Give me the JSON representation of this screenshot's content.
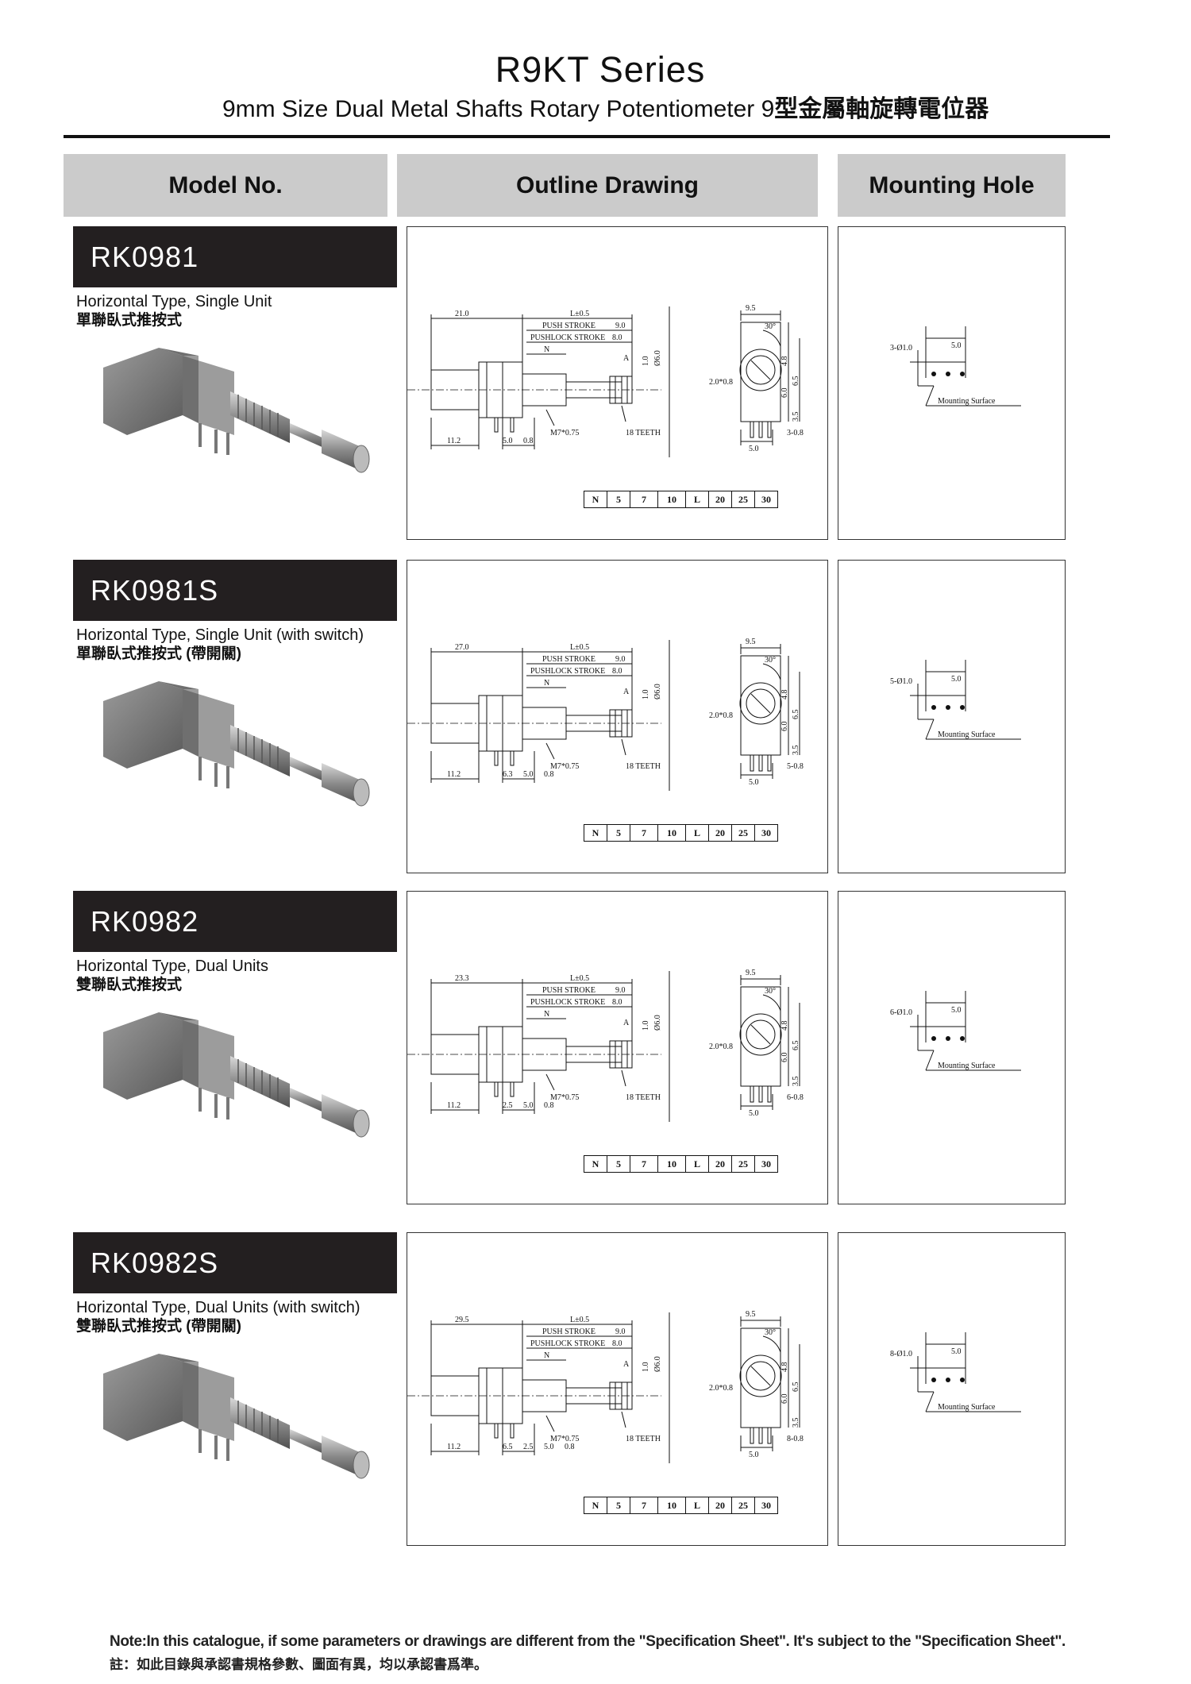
{
  "header": {
    "title_code": "R9KT",
    "title_word": "Series",
    "subtitle_en": "9mm Size Dual Metal Shafts Rotary Potentiometer 9",
    "subtitle_zh": "型金屬軸旋轉電位器"
  },
  "columns": [
    "Model No.",
    "Outline Drawing",
    "Mounting Hole"
  ],
  "models": [
    {
      "name": "RK0981",
      "desc_en": "Horizontal Type, Single Unit",
      "desc_zh": "單聯臥式推按式",
      "drawing": {
        "body_len": "21.0",
        "left_len": "11.2",
        "pitch": [
          "5.0",
          "0.8"
        ],
        "pin_spec": "3-0.8"
      },
      "hole": {
        "spec": "3-Ø1.0",
        "pitch": "5.0",
        "label": "Mounting Surface"
      }
    },
    {
      "name": "RK0981S",
      "desc_en": "Horizontal Type, Single Unit (with switch)",
      "desc_zh": "單聯臥式推按式 (帶開關)",
      "drawing": {
        "body_len": "27.0",
        "left_len": "11.2",
        "pitch": [
          "6.3",
          "5.0",
          "0.8"
        ],
        "pin_spec": "5-0.8"
      },
      "hole": {
        "spec": "5-Ø1.0",
        "pitch": "5.0",
        "label": "Mounting Surface"
      }
    },
    {
      "name": "RK0982",
      "desc_en": "Horizontal Type, Dual Units",
      "desc_zh": "雙聯臥式推按式",
      "drawing": {
        "body_len": "23.3",
        "left_len": "11.2",
        "pitch": [
          "2.5",
          "5.0",
          "0.8"
        ],
        "pin_spec": "6-0.8"
      },
      "hole": {
        "spec": "6-Ø1.0",
        "pitch": "5.0",
        "label": "Mounting Surface"
      }
    },
    {
      "name": "RK0982S",
      "desc_en": "Horizontal Type, Dual Units (with switch)",
      "desc_zh": "雙聯臥式推按式 (帶開關)",
      "drawing": {
        "body_len": "29.5",
        "left_len": "11.2",
        "pitch": [
          "6.5",
          "2.5",
          "5.0",
          "0.8"
        ],
        "pin_spec": "8-0.8"
      },
      "hole": {
        "spec": "8-Ø1.0",
        "pitch": "5.0",
        "label": "Mounting Surface"
      }
    }
  ],
  "drawing_common": {
    "shaft_len": "L±0.5",
    "push_stroke": "PUSH STROKE",
    "push_stroke_val": "9.0",
    "pushlock_stroke": "PUSHLOCK STROKE",
    "pushlock_val": "8.0",
    "thread": "M7*0.75",
    "teeth": "18 TEETH",
    "front_w": "9.5",
    "angle": "30°",
    "tab": "2.0*0.8",
    "n_label": "N",
    "a_label": "A",
    "dims_side": [
      "4.8",
      "6.5",
      "6.0",
      "3.5"
    ],
    "bottom_w": "5.0",
    "shaft_dia": "Ø6.0",
    "flat": "1.0"
  },
  "nl_table": [
    "N",
    "5",
    "7",
    "10",
    "L",
    "20",
    "25",
    "30"
  ],
  "footer": {
    "note_en": "Note:In this catalogue, if some parameters or drawings are different from the \"Specification Sheet\". It's subject to the \"Specification Sheet\".",
    "note_zh": "註：如此目錄與承認書規格參數、圖面有異，均以承認書爲準。"
  }
}
